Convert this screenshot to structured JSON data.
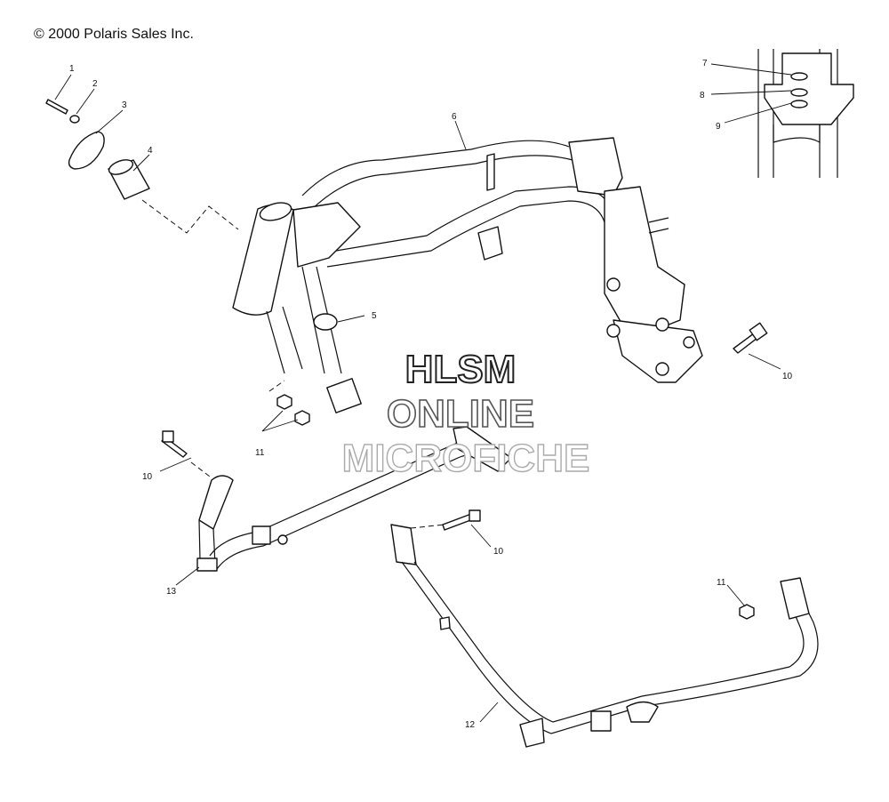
{
  "copyright": "© 2000 Polaris Sales Inc.",
  "watermark": {
    "line1": "HLSM",
    "line2": "ONLINE",
    "line3": "MICROFICHE"
  },
  "callouts": [
    "1",
    "2",
    "3",
    "4",
    "5",
    "6",
    "7",
    "8",
    "9",
    "10",
    "11",
    "10",
    "11",
    "10",
    "11",
    "12",
    "13"
  ]
}
